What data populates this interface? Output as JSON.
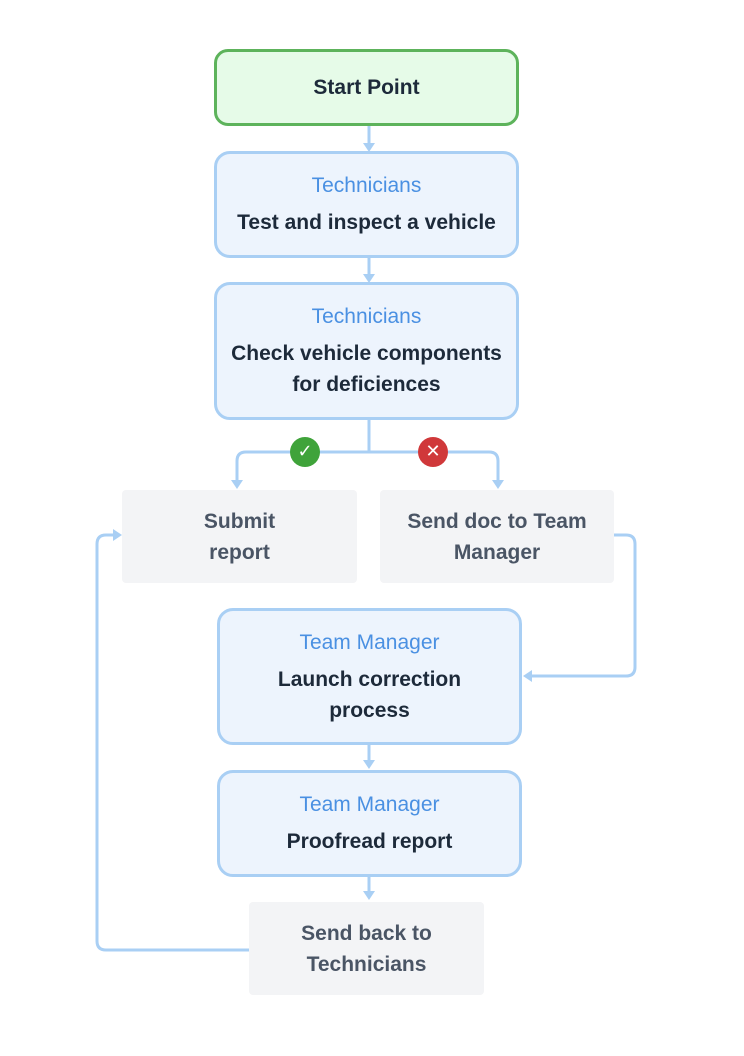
{
  "diagram": {
    "start": {
      "label": "Start Point"
    },
    "steps": [
      {
        "role": "Technicians",
        "task": "Test and inspect a vehicle"
      },
      {
        "role": "Technicians",
        "task": "Check vehicle components for deficiences"
      },
      {
        "role": "Team Manager",
        "task": "Launch correction process"
      },
      {
        "role": "Team Manager",
        "task": "Proofread report"
      }
    ],
    "actions": {
      "submit": "Submit report",
      "send_doc": "Send doc to Team Manager",
      "send_back": "Send back to Technicians"
    },
    "decision": {
      "yes_icon": "check-icon",
      "no_icon": "x-icon"
    },
    "colors": {
      "start_fill": "#e6fbe8",
      "start_border": "#5db35b",
      "step_fill": "#edf4fd",
      "step_border": "#a9cff4",
      "action_fill": "#f3f4f6",
      "connector": "#a9cff4",
      "role_text": "#4a90e2",
      "yes": "#3fa33a",
      "no": "#d0383a"
    }
  }
}
